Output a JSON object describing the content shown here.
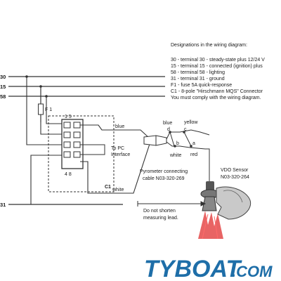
{
  "legend": {
    "title": "Designations in the wiring diagram:",
    "lines": [
      "30 - terminal 30 - steady-state plus 12/24 V",
      "15 - terminal 15 - connected (ignition) plus",
      "58 - terminal 58 - lighting",
      "31 - terminal 31 - ground",
      "F1 - fuse 5A quick-response",
      "C1 - 8-pole \"Hirschmann MQS\" Connector",
      "You must comply with the wiring diagram."
    ]
  },
  "terminals": {
    "t30": "30",
    "t15": "15",
    "t58": "58",
    "t31": "31"
  },
  "fuse": {
    "label": "F 1"
  },
  "connector": {
    "label": "C1",
    "top_pins": "1 5",
    "bottom_pins": "4 8",
    "pc_interface": [
      "To PC",
      "Interface"
    ]
  },
  "wires": {
    "blue_main": "blue",
    "blue_small": "blue",
    "yellow": "yellow",
    "white_small": "white",
    "red": "red",
    "white_bottom": "white"
  },
  "junctions": {
    "d": "d",
    "c": "c",
    "b": "b",
    "a": "a"
  },
  "cable": {
    "line1": "Pyrometer connecting",
    "line2": "cable N03-320-269"
  },
  "sensor": {
    "line1": "VDO Sensor",
    "line2": "N03-320-264"
  },
  "warning": {
    "line1": "Do not shorten",
    "line2": "measuring lead."
  },
  "watermark": {
    "main": "TYBOAT",
    "suffix": ".COM"
  },
  "colors": {
    "wire": "#333333",
    "logo": "#1e6ea8",
    "flame": "#e03030"
  }
}
